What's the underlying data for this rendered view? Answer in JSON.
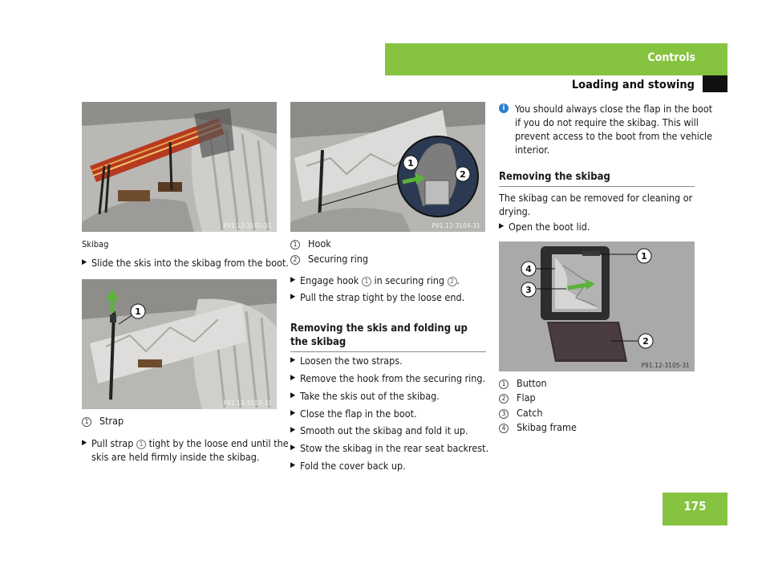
{
  "header": {
    "section": "Controls",
    "title": "Loading and stowing"
  },
  "page_number": "175",
  "photos": {
    "p1": {
      "code": "P91.12-3102-31"
    },
    "p2": {
      "code": "P91.12-3103-31"
    },
    "p3": {
      "code": "P91.12-3104-31"
    },
    "p4": {
      "code": "P91.12-3105-31"
    }
  },
  "callouts": {
    "n1": "1",
    "n2": "2",
    "n3": "3",
    "n4": "4"
  },
  "col1": {
    "caption": "Skibag",
    "step1": "Slide the skis into the skibag from the boot.",
    "legend1": "Strap",
    "step2_a": "Pull strap ",
    "step2_b": " tight by the loose end until the skis are held firmly inside the skibag."
  },
  "col2": {
    "legend": [
      "Hook",
      "Securing ring"
    ],
    "step1_a": "Engage hook ",
    "step1_b": " in securing ring ",
    "step1_c": ".",
    "step2": "Pull the strap tight by the loose end.",
    "heading": "Removing the skis and folding up the skibag",
    "steps": [
      "Loosen the two straps.",
      "Remove the hook from the securing ring.",
      "Take the skis out of the skibag.",
      "Close the flap in the boot.",
      "Smooth out the skibag and fold it up.",
      "Stow the skibag in the rear seat backrest.",
      "Fold the cover back up."
    ]
  },
  "col3": {
    "note": "You should always close the flap in the boot if you do not require the skibag. This will prevent access to the boot from the vehicle interior.",
    "heading": "Removing the skibag",
    "para": "The skibag can be removed for cleaning or drying.",
    "step1": "Open the boot lid.",
    "legend": [
      "Button",
      "Flap",
      "Catch",
      "Skibag frame"
    ]
  },
  "icons": {
    "step_arrow": "arrow-right-icon",
    "info": "info-icon"
  },
  "colors": {
    "accent": "#86c340",
    "info": "#2b7fd0"
  }
}
